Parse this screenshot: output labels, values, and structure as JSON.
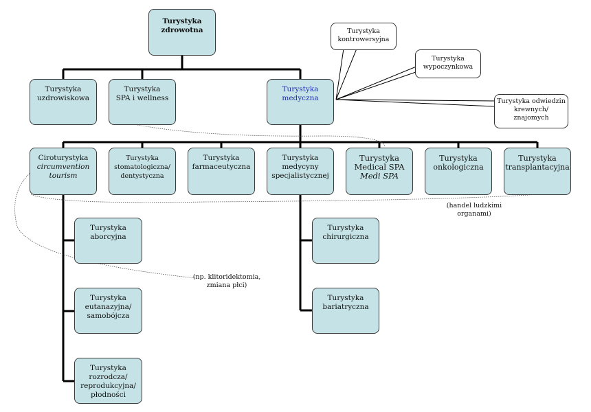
{
  "root": {
    "line1": "Turystyka",
    "line2": "zdrowotna"
  },
  "level1": {
    "uzdrowiskowa": {
      "line1": "Turystyka",
      "line2": "uzdrowiskowa"
    },
    "spa": {
      "line1": "Turystyka",
      "line2": "SPA i wellness"
    },
    "medyczna": {
      "line1": "Turystyka",
      "line2": "medyczna",
      "color": "#1f2fb5"
    }
  },
  "callouts": {
    "kontrowersyjna": {
      "line1": "Turystyka",
      "line2": "kontrowersyjna"
    },
    "wypoczynkowa": {
      "line1": "Turystyka",
      "line2": "wypoczynkowa"
    },
    "odwiedzin": {
      "line1": "Turystyka odwiedzin",
      "line2": "krewnych/",
      "line3": "znajomych"
    }
  },
  "level2": {
    "ciroturystyka": {
      "line1": "Ciroturystyka",
      "line2": "circumvention",
      "line3": "tourism"
    },
    "stomatologiczna": {
      "line1": "Turystyka",
      "line2": "stomatologiczna/",
      "line3": "dentystyczna"
    },
    "farmaceutyczna": {
      "line1": "Turystyka",
      "line2": "farmaceutyczna"
    },
    "specjalistycznej": {
      "line1": "Turystyka",
      "line2": "medycyny",
      "line3": "specjalistycznej"
    },
    "medicalspa": {
      "line1": "Turystyka",
      "line2": "Medical SPA",
      "line3": "Medi SPA"
    },
    "onkologiczna": {
      "line1": "Turystyka",
      "line2": "onkologiczna"
    },
    "transplantacyjna": {
      "line1": "Turystyka",
      "line2": "transplantacyjna"
    }
  },
  "level3_left": {
    "aborcyjna": {
      "line1": "Turystyka",
      "line2": "aborcyjna"
    },
    "eutanazyjna": {
      "line1": "Turystyka",
      "line2": "eutanazyjna/",
      "line3": "samobójcza"
    },
    "rozrodcza": {
      "line1": "Turystyka",
      "line2": "rozrodcza/",
      "line3": "reprodukcyjna/",
      "line4": "płodności"
    }
  },
  "level3_right": {
    "chirurgiczna": {
      "line1": "Turystyka",
      "line2": "chirurgiczna"
    },
    "bariatryczna": {
      "line1": "Turystyka",
      "line2": "bariatryczna"
    }
  },
  "notes": {
    "handel": {
      "line1": "(handel ludzkimi",
      "line2": "organami)"
    },
    "klitoridektomia": {
      "line1": "(np. klitoridektomia,",
      "line2": "zmiana płci)"
    }
  },
  "colors": {
    "box_fill": "#c5e3e6",
    "connector": "#000000",
    "medyczna_text": "#1f2fb5"
  }
}
